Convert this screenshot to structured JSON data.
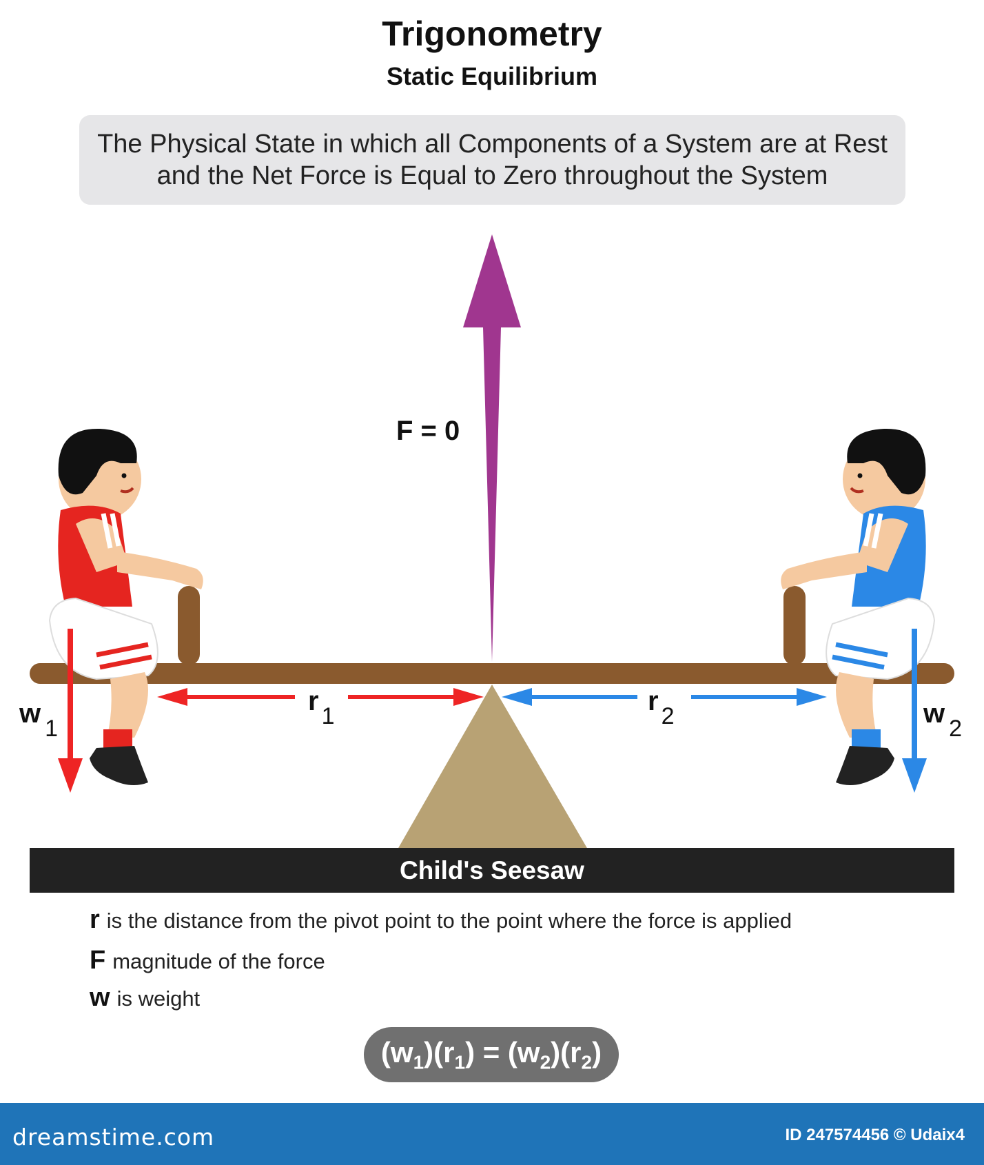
{
  "title": "Trigonometry",
  "subtitle": "Static Equilibrium",
  "definition": "The Physical State in which all Components of a System are at Rest and the Net Force is Equal to Zero throughout the System",
  "diagram": {
    "force_label": "F = 0",
    "r1_base": "r",
    "r1_sub": "1",
    "r2_base": "r",
    "r2_sub": "2",
    "w1_base": "w",
    "w1_sub": "1",
    "w2_base": "w",
    "w2_sub": "2",
    "ground_label": "Child's Seesaw",
    "colors": {
      "force_arrow": "#a0368f",
      "left_arrow": "#ee2424",
      "right_arrow": "#2b88e6",
      "plank": "#8a5a2e",
      "pivot": "#b8a274",
      "ground": "#222222"
    }
  },
  "legend": [
    {
      "symbol": "r",
      "text": "is the distance from the pivot point to the point where the force is applied"
    },
    {
      "symbol": "F",
      "text": "magnitude of the force"
    },
    {
      "symbol": "w",
      "text": "is weight"
    }
  ],
  "formula": {
    "w": "w",
    "r": "r",
    "one": "1",
    "two": "2"
  },
  "footer": {
    "brand": "dreamstime.com",
    "image_id": "ID 247574456 © Udaix4"
  }
}
